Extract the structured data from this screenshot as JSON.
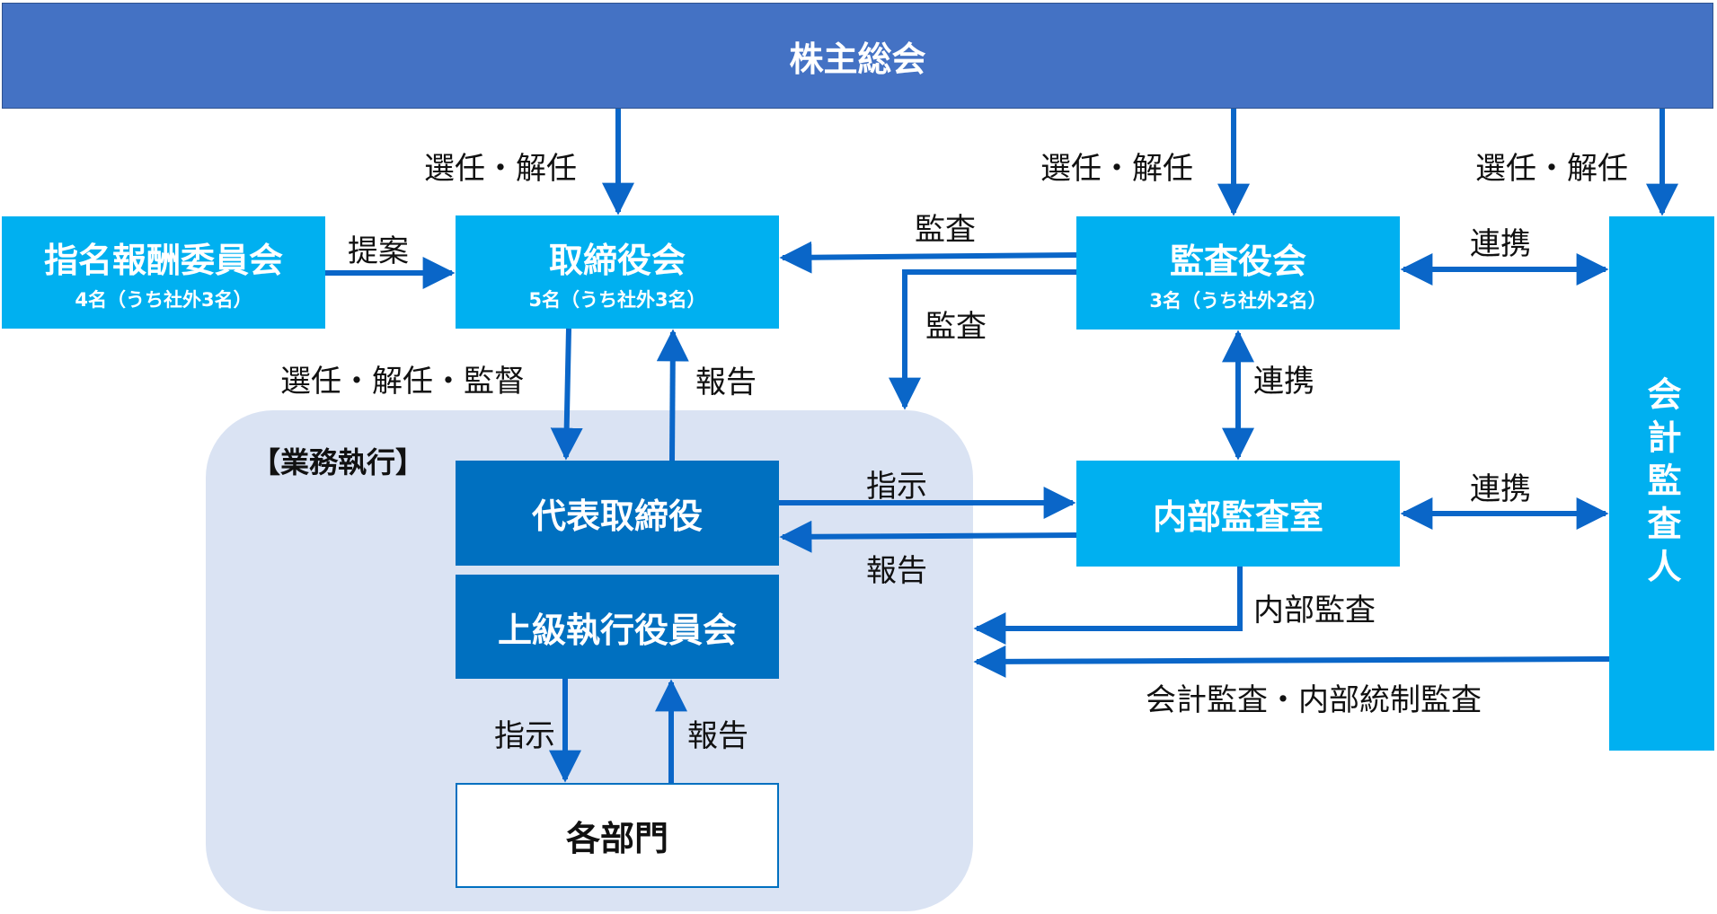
{
  "colors": {
    "header": "#4472C4",
    "light": "#00B0F0",
    "dark": "#0070C0",
    "arrow": "#0A66C8",
    "group_bg": "#DAE3F3"
  },
  "boxes": {
    "shareholders": {
      "title": "株主総会"
    },
    "nomination": {
      "title": "指名報酬委員会",
      "sub": "4名（うち社外3名）"
    },
    "board": {
      "title": "取締役会",
      "sub": "5名（うち社外3名）"
    },
    "audit_board": {
      "title": "監査役会",
      "sub": "3名（うち社外2名）"
    },
    "accounting_auditor": {
      "title": "会計監査人"
    },
    "ceo": {
      "title": "代表取締役"
    },
    "exec_committee": {
      "title": "上級執行役員会"
    },
    "internal_audit": {
      "title": "内部監査室"
    },
    "departments": {
      "title": "各部門"
    }
  },
  "group": {
    "label": "【業務執行】"
  },
  "labels": {
    "elect_board": "選任・解任",
    "elect_audit": "選任・解任",
    "elect_accountant": "選任・解任",
    "proposal": "提案",
    "audit_to_board": "監査",
    "audit_to_exec": "監査",
    "collab_accountant_top": "連携",
    "collab_internal_vertical": "連携",
    "collab_accountant_bottom": "連携",
    "elect_supervise": "選任・解任・監督",
    "report_to_board": "報告",
    "instruct_internal": "指示",
    "report_from_internal": "報告",
    "internal_audit_label": "内部監査",
    "accounting_audit_label": "会計監査・内部統制監査",
    "instruct_departments": "指示",
    "report_departments": "報告"
  }
}
